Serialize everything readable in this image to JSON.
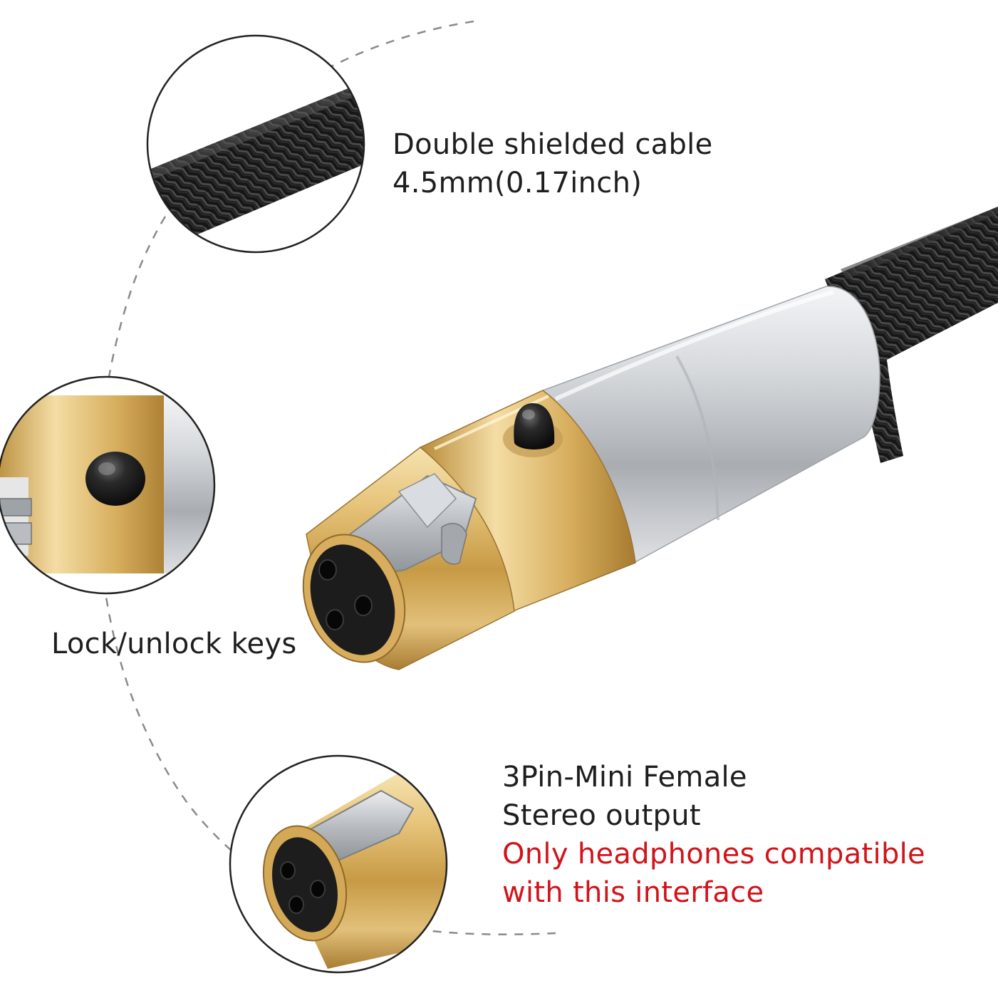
{
  "captions": {
    "cable": {
      "line1": "Double shielded cable",
      "line2": "4.5mm(0.17inch)"
    },
    "lock": {
      "line1": "Lock/unlock keys"
    },
    "pin": {
      "line1": "3Pin-Mini Female",
      "line2": "Stereo output",
      "line3": "Only headphones compatible",
      "line4": "with this interface"
    }
  },
  "colors": {
    "text": "#1e1e1e",
    "warning": "#d2131a",
    "gold": "#d9b15a",
    "silver": "#c9ccd0",
    "cable": "#1b1b1b",
    "dashed_arc": "#8a8a8a"
  },
  "icons": {
    "cable_detail": "braided-cable-closeup",
    "lock_detail": "lock-key-closeup",
    "connector_detail": "mini-xlr-face-closeup",
    "main_product": "mini-xlr-female-connector"
  }
}
